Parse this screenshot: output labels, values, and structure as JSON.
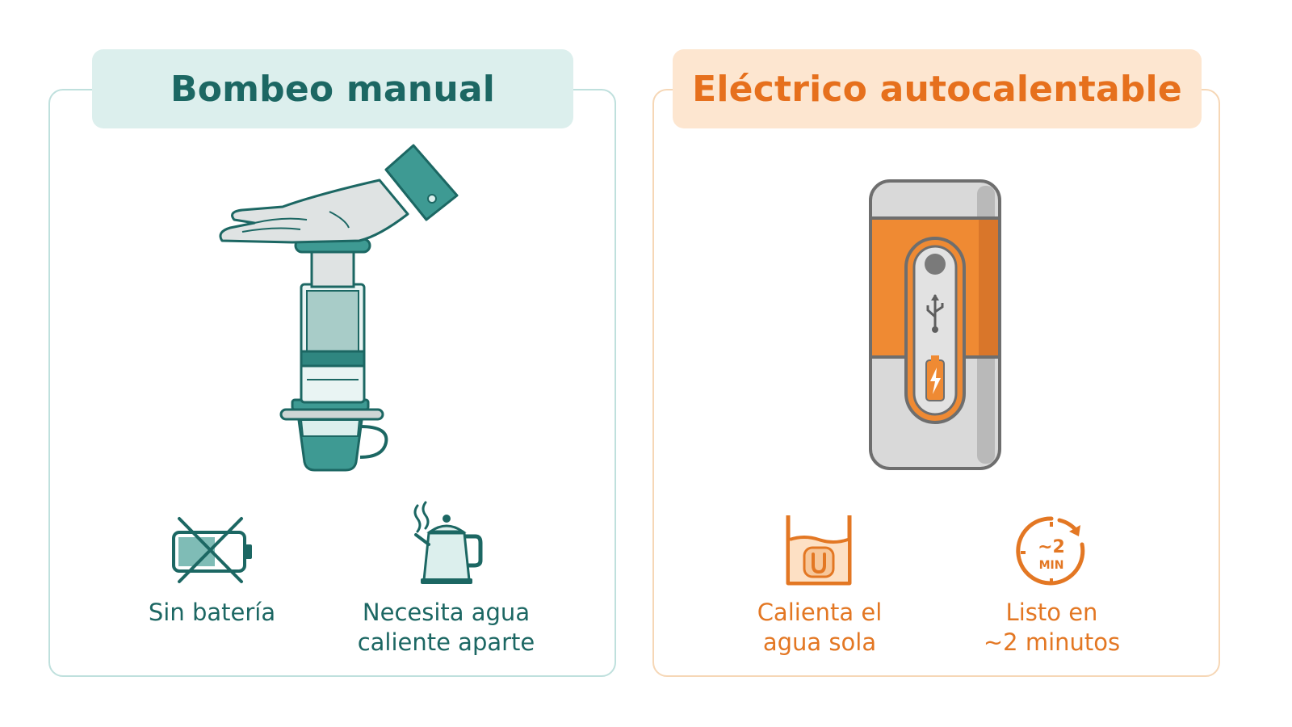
{
  "colors": {
    "teal_dark": "#1c6763",
    "teal_mid": "#3e9a93",
    "teal_light": "#dcefed",
    "orange": "#ef8a33",
    "orange_light": "#fde6d0",
    "gray": "#d9d9d9"
  },
  "left_panel": {
    "title": "Bombeo manual",
    "illustration": "hand-press-espresso-maker-icon",
    "features": [
      {
        "icon": "no-battery-icon",
        "line1": "Sin batería",
        "line2": ""
      },
      {
        "icon": "hot-kettle-icon",
        "line1": "Necesita agua",
        "line2": "caliente aparte"
      }
    ]
  },
  "right_panel": {
    "title": "Eléctrico autocalentable",
    "illustration": "portable-electric-espresso-maker-icon",
    "features": [
      {
        "icon": "water-heating-icon",
        "line1": "Calienta el",
        "line2": "agua sola"
      },
      {
        "icon": "timer-icon",
        "line1": "Listo en",
        "line2": "~2 minutos",
        "timer_top": "~2",
        "timer_bottom": "MIN"
      }
    ]
  }
}
